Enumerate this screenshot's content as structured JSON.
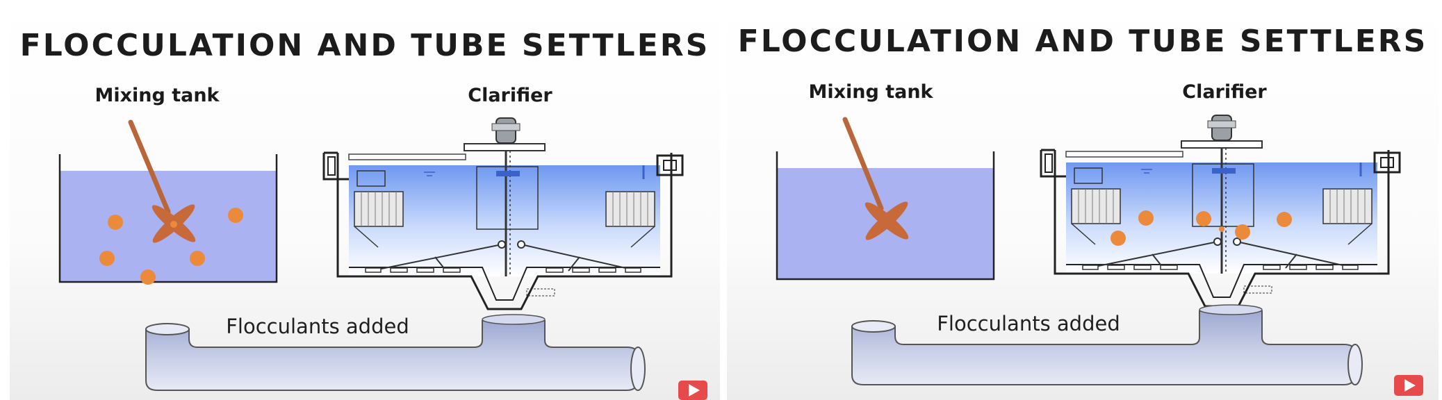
{
  "panels": [
    {
      "title": "FLOCCULATION AND TUBE SETTLERS",
      "mixing_label": "Mixing tank",
      "clarifier_label": "Clarifier",
      "pipe_label": "Flocculants added",
      "floc_location": "mixing-tank",
      "floc_count": 6
    },
    {
      "title": "FLOCCULATION AND TUBE SETTLERS",
      "mixing_label": "Mixing tank",
      "clarifier_label": "Clarifier",
      "pipe_label": "Flocculants added",
      "floc_location": "clarifier",
      "floc_count": 6
    }
  ],
  "colors": {
    "water": "#aab2f2",
    "floc": "#ec8a3c",
    "paddle": "#c8693a",
    "pipe": "#b8c0dc",
    "play_button": "#e64a4a"
  },
  "icons": [
    "play-icon"
  ]
}
